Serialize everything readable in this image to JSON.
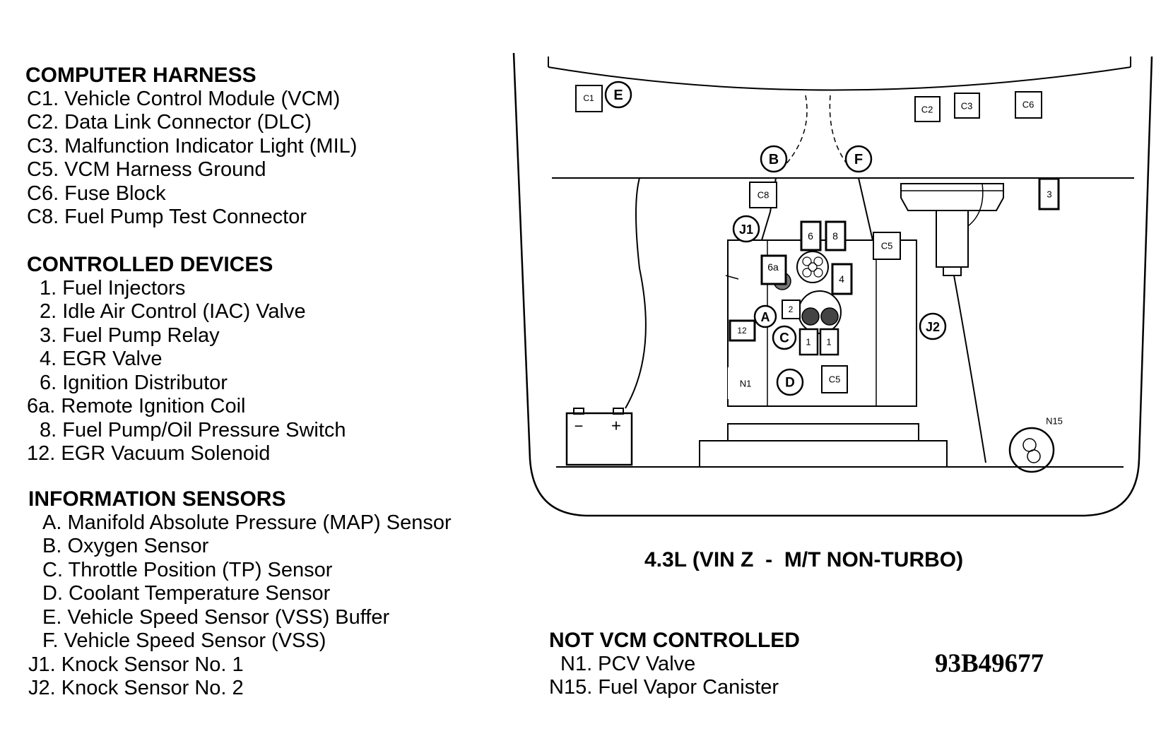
{
  "computer_harness": {
    "heading": "COMPUTER HARNESS",
    "items": [
      "C1. Vehicle Control Module (VCM)",
      "C2. Data Link Connector (DLC)",
      "C3. Malfunction Indicator Light (MIL)",
      "C5. VCM Harness Ground",
      "C6. Fuse Block",
      "C8. Fuel Pump Test Connector"
    ]
  },
  "controlled_devices": {
    "heading": "CONTROLLED DEVICES",
    "items": [
      "1. Fuel Injectors",
      "2. Idle Air Control (IAC) Valve",
      "3. Fuel Pump Relay",
      "4. EGR Valve",
      "6. Ignition Distributor",
      "6a. Remote Ignition Coil",
      "8. Fuel Pump/Oil Pressure Switch",
      "12. EGR Vacuum Solenoid"
    ]
  },
  "information_sensors": {
    "heading": "INFORMATION SENSORS",
    "items": [
      "A. Manifold Absolute Pressure (MAP) Sensor",
      "B. Oxygen Sensor",
      "C. Throttle Position (TP) Sensor",
      "D. Coolant Temperature Sensor",
      "E. Vehicle Speed Sensor (VSS) Buffer",
      "F. Vehicle Speed Sensor (VSS)",
      "J1. Knock Sensor No. 1",
      "J2. Knock Sensor No. 2"
    ]
  },
  "not_vcm_controlled": {
    "heading": "NOT VCM CONTROLLED",
    "items": [
      "N1. PCV Valve",
      "N15. Fuel Vapor Canister"
    ]
  },
  "diagram": {
    "caption": "4.3L (VIN Z  -  M/T NON-TURBO)",
    "doc_id": "93B49677",
    "labels": {
      "c1": "C1",
      "e": "E",
      "c2": "C2",
      "c3": "C3",
      "c6": "C6",
      "b": "B",
      "f": "F",
      "c8": "C8",
      "three": "3",
      "j1": "J1",
      "six": "6",
      "eight": "8",
      "c5_top": "C5",
      "six_a": "6a",
      "four": "4",
      "a": "A",
      "two": "2",
      "twelve": "12",
      "c": "C",
      "one_a": "1",
      "one_b": "1",
      "j2": "J2",
      "n1": "N1",
      "d": "D",
      "c5_bottom": "C5",
      "n15": "N15",
      "battery_neg": "−",
      "battery_pos": "+"
    }
  }
}
